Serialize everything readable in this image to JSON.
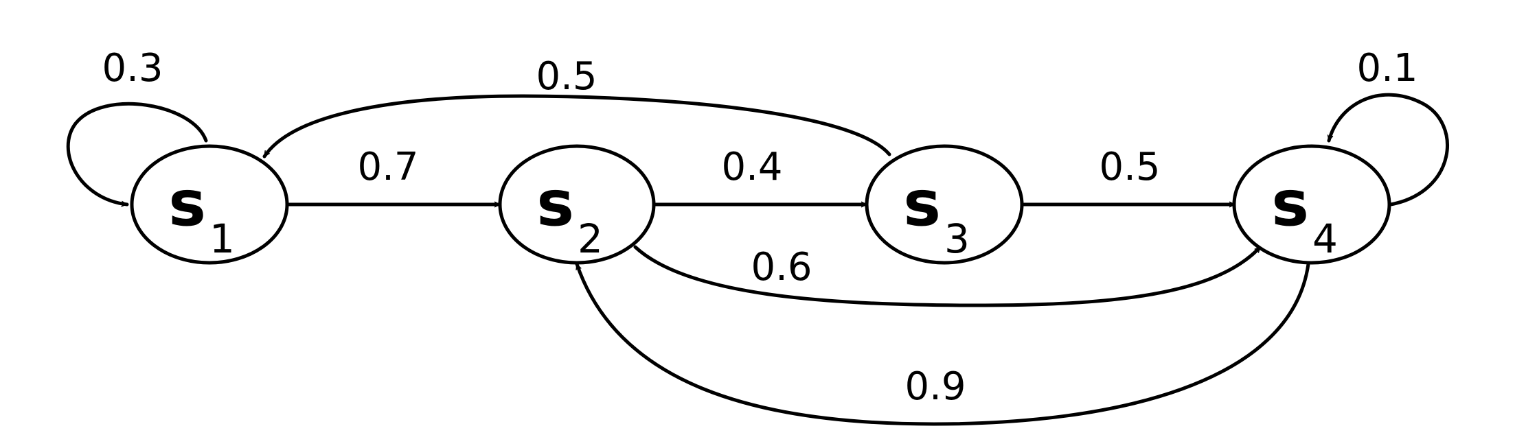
{
  "nodes": {
    "s1": {
      "letter": "s",
      "sub": "1"
    },
    "s2": {
      "letter": "s",
      "sub": "2"
    },
    "s3": {
      "letter": "s",
      "sub": "3"
    },
    "s4": {
      "letter": "s",
      "sub": "4"
    }
  },
  "edges": {
    "s1_s1": "0.3",
    "s3_s1": "0.5",
    "s1_s2": "0.7",
    "s2_s3": "0.4",
    "s3_s4": "0.5",
    "s4_s4": "0.1",
    "s2_s4": "0.6",
    "s4_s2": "0.9"
  }
}
